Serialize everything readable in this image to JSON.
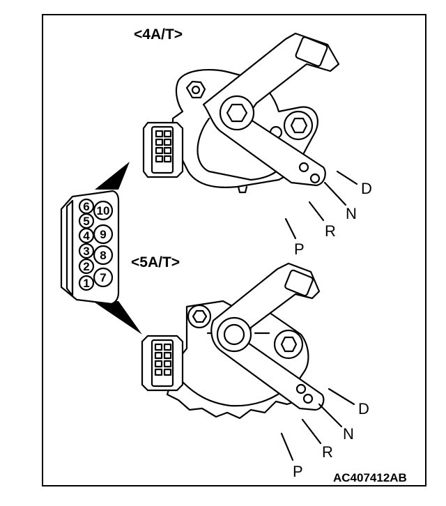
{
  "diagram": {
    "heading_4at": "<4A/T>",
    "heading_5at": "<5A/T>",
    "connector_pins": [
      {
        "id": "pin-6",
        "label": "6"
      },
      {
        "id": "pin-5",
        "label": "5"
      },
      {
        "id": "pin-4",
        "label": "4"
      },
      {
        "id": "pin-3",
        "label": "3"
      },
      {
        "id": "pin-2",
        "label": "2"
      },
      {
        "id": "pin-1",
        "label": "1"
      },
      {
        "id": "pin-10",
        "label": "10"
      },
      {
        "id": "pin-9",
        "label": "9"
      },
      {
        "id": "pin-8",
        "label": "8"
      },
      {
        "id": "pin-7",
        "label": "7"
      }
    ],
    "positions_4at": {
      "d": "D",
      "n": "N",
      "r": "R",
      "p": "P"
    },
    "positions_5at": {
      "d": "D",
      "n": "N",
      "r": "R",
      "p": "P"
    },
    "figure_code": "AC407412AB"
  }
}
